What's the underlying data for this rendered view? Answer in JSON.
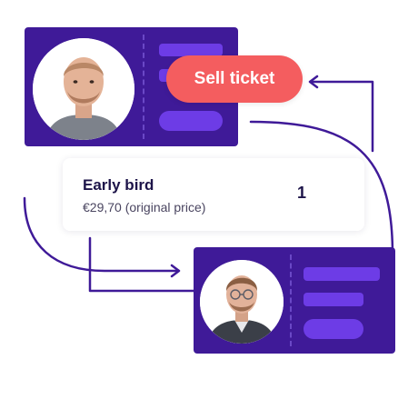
{
  "sell_button": {
    "label": "Sell ticket"
  },
  "offer": {
    "title": "Early bird",
    "price": "€29,70 (original price)",
    "quantity": "1"
  },
  "colors": {
    "ticket": "#3f1a98",
    "ticket_accent": "#6d3ce6",
    "button": "#f45d5f",
    "connector": "#3f1a98"
  }
}
